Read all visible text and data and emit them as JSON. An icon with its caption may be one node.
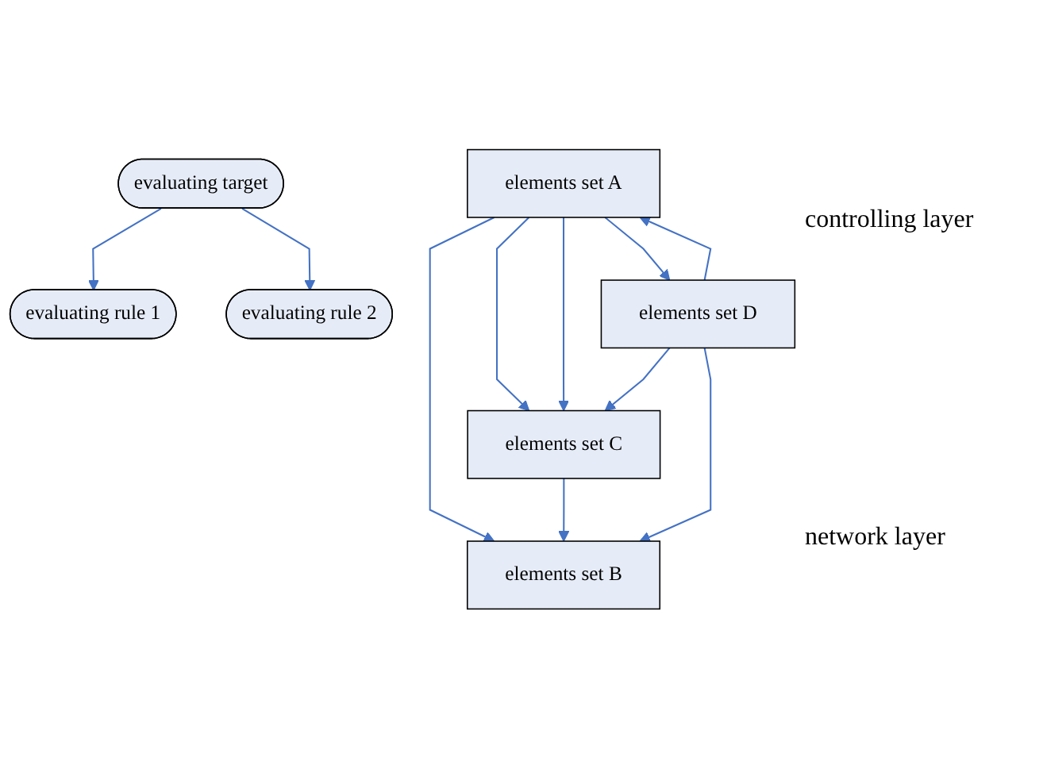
{
  "diagram": {
    "nodes": [
      {
        "text": [
          "evaluating target"
        ]
      },
      {
        "text": [
          "evaluating rule 1"
        ]
      },
      {
        "text": [
          "evaluating rule 2"
        ]
      },
      {
        "text": [
          "elements set A"
        ]
      },
      {
        "text": [
          "elements set B"
        ]
      },
      {
        "text": [
          "elements set C"
        ]
      },
      {
        "text": [
          "elements set D"
        ]
      }
    ],
    "edges": [
      {
        "from": 0,
        "to": 1,
        "arrow": "to"
      },
      {
        "from": 0,
        "to": 2,
        "arrow": "to"
      },
      {
        "from": 3,
        "to": 4,
        "arrow": "to"
      },
      {
        "from": 3,
        "to": 5,
        "arrow": "to"
      },
      {
        "from": 3,
        "to": 5,
        "arrow": "to"
      },
      {
        "from": 5,
        "to": 4,
        "arrow": "to"
      },
      {
        "from": 3,
        "to": 6,
        "arrow": "to"
      },
      {
        "from": 6,
        "to": 3,
        "arrow": "to"
      },
      {
        "from": 6,
        "to": 5,
        "arrow": "to"
      },
      {
        "from": 6,
        "to": 4,
        "arrow": "to"
      }
    ],
    "labels": [
      "controlling layer",
      "network layer"
    ]
  }
}
